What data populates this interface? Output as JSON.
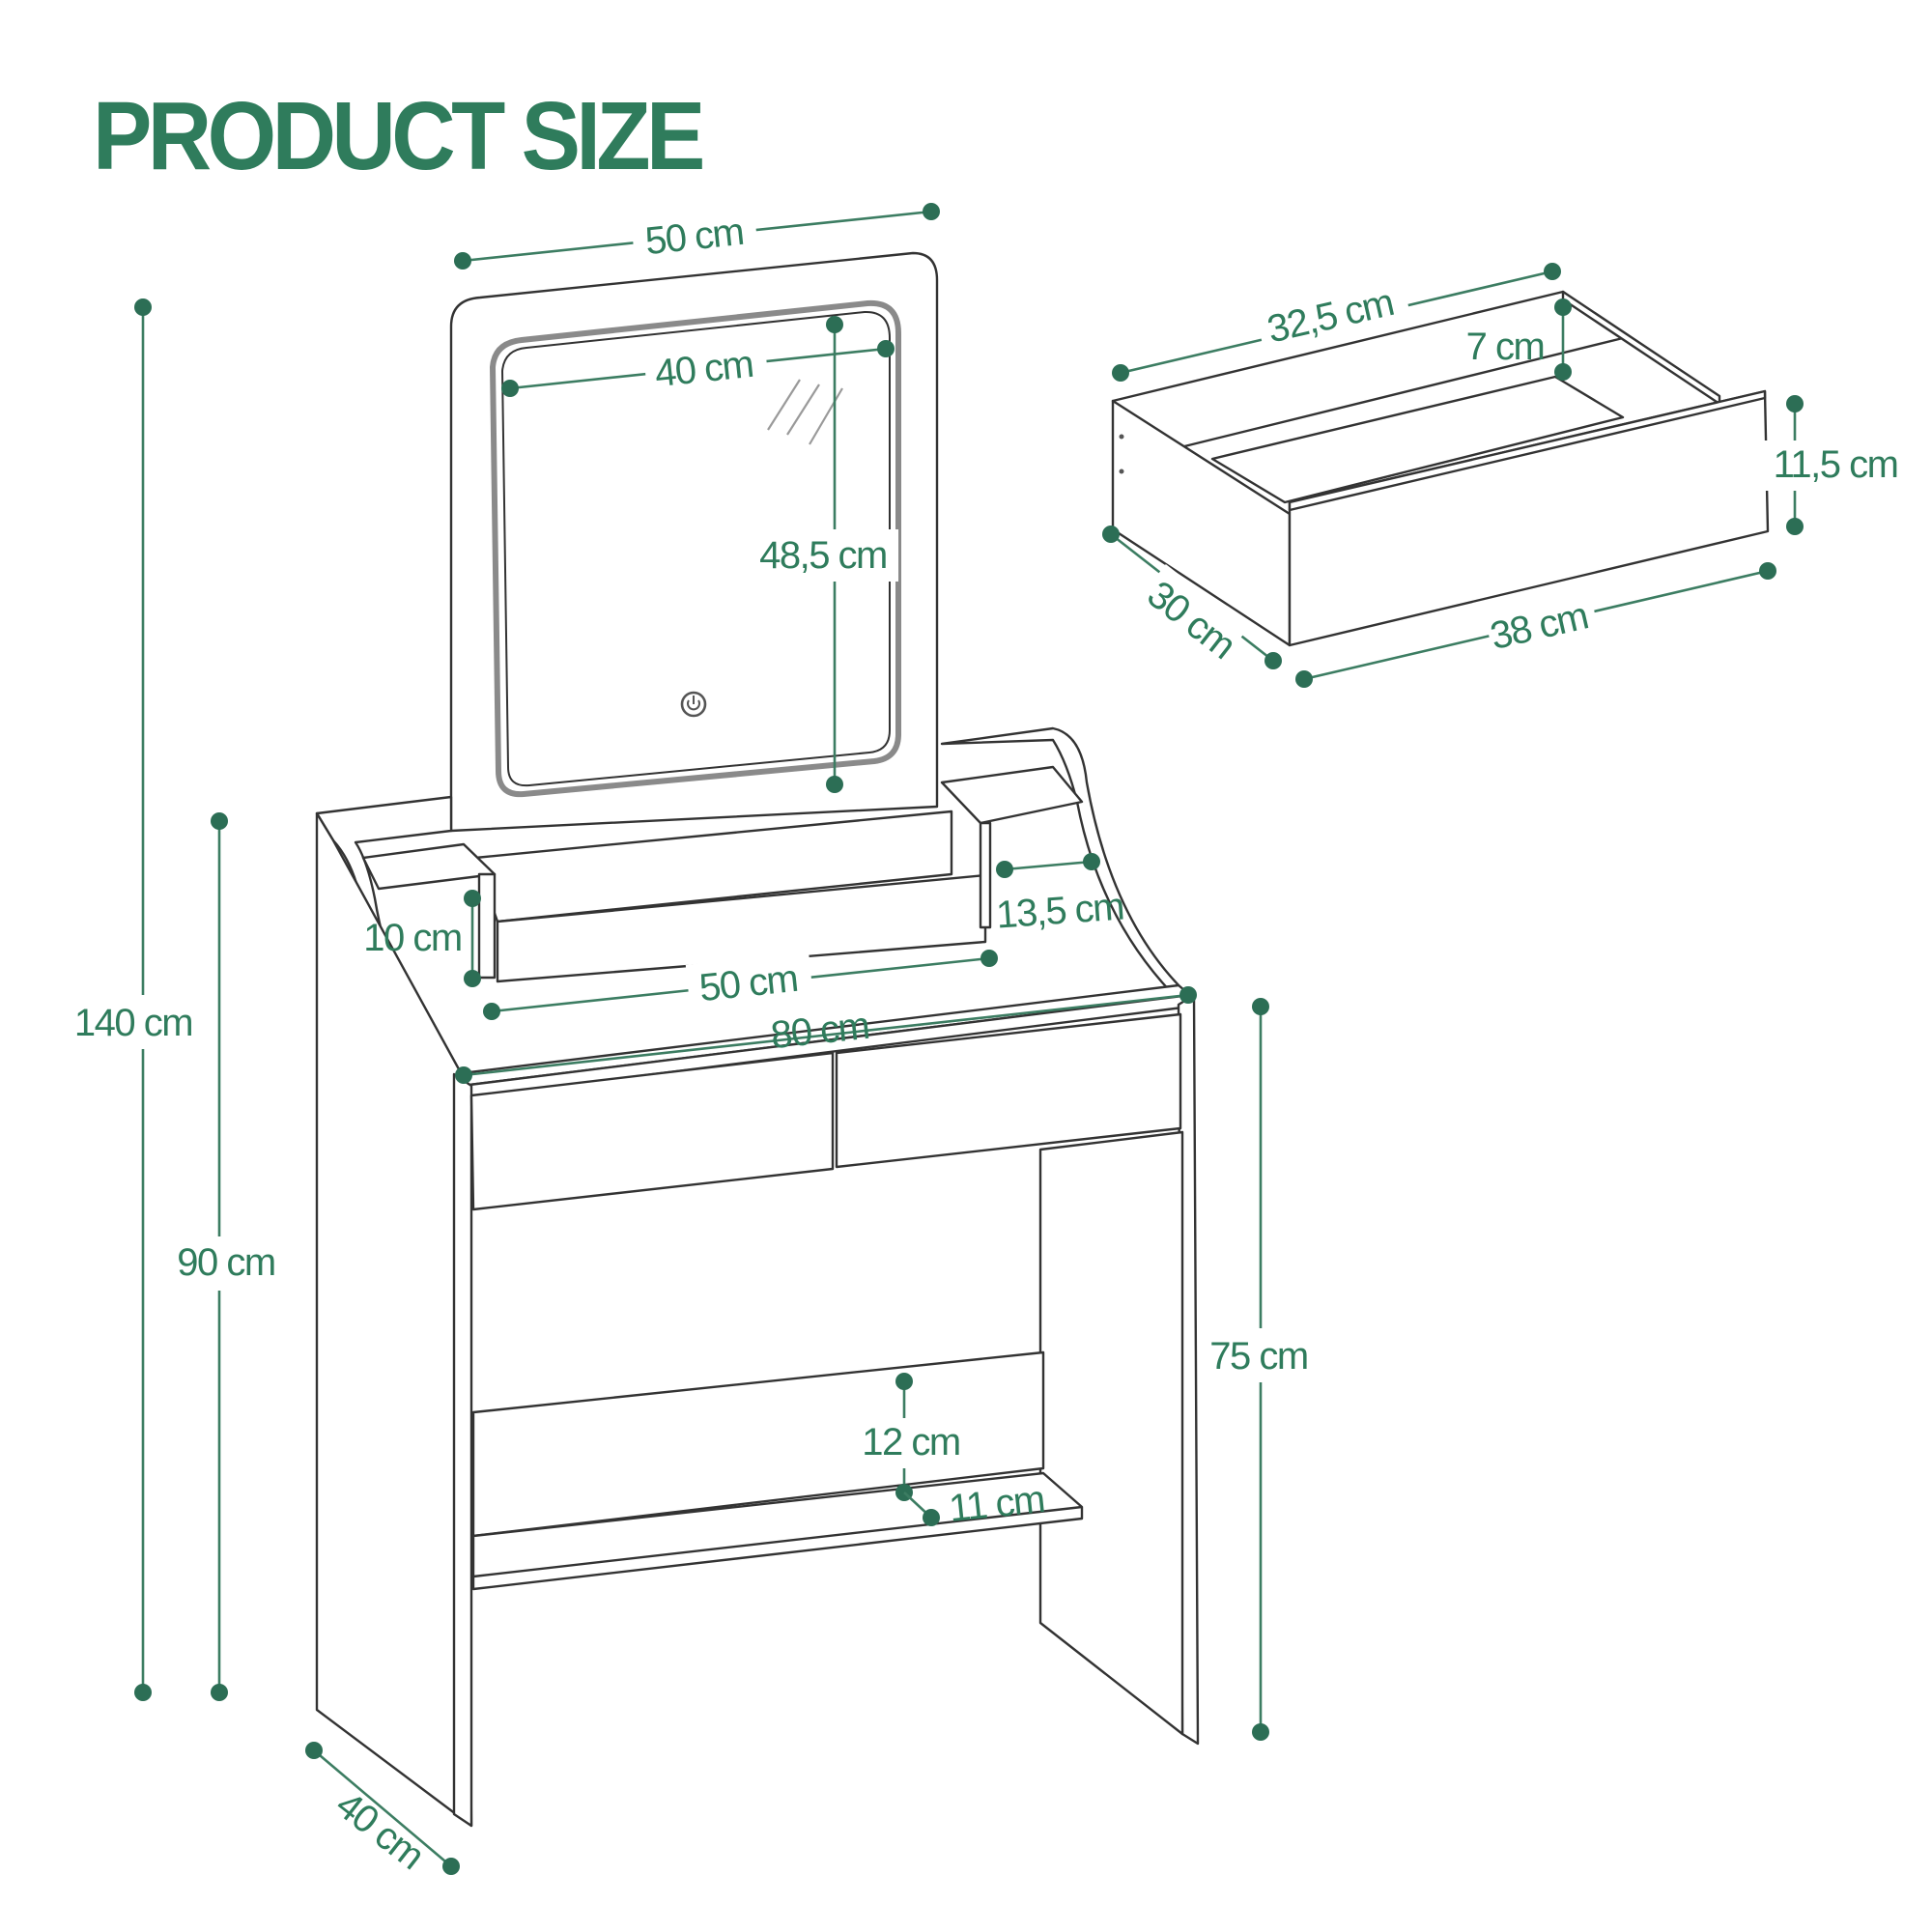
{
  "title": "PRODUCT SIZE",
  "colors": {
    "accent": "#2f7c5c",
    "line": "#333333",
    "background": "#ffffff"
  },
  "icons": {
    "mirror_touch_button": "power-icon"
  },
  "dimensions": {
    "total_height": "140 cm",
    "table_height_with_shelf": "90 cm",
    "table_height": "75 cm",
    "depth": "40 cm",
    "mirror_frame_width": "50 cm",
    "mirror_width": "40 cm",
    "mirror_height": "48,5 cm",
    "side_shelf_height": "10 cm",
    "side_shelf_width": "13,5 cm",
    "top_shelf_width": "50 cm",
    "table_width": "80 cm",
    "bottom_shelf_gap": "12 cm",
    "bottom_shelf_depth": "11 cm",
    "drawer_depth_top": "32,5 cm",
    "drawer_inner_height": "7 cm",
    "drawer_height": "11,5 cm",
    "drawer_side": "30 cm",
    "drawer_width": "38 cm"
  }
}
